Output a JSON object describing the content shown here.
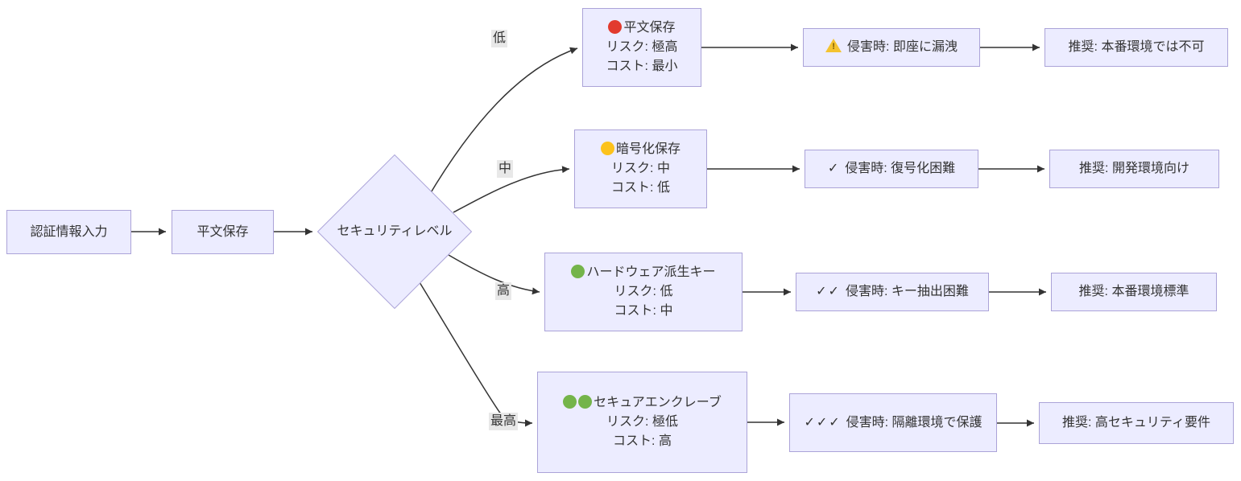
{
  "diagram": {
    "colors": {
      "node_fill": "#ECECFF",
      "node_border": "#aba3d8",
      "edge": "#333333",
      "label_bg": "#e8e8e8",
      "text": "#333333",
      "warn_yellow": "#f4c330",
      "dot_red": "#e23a2e",
      "dot_yellow": "#fcc21c",
      "dot_green": "#74b44a"
    },
    "nodes": {
      "input": "認証情報入力",
      "method": "平文保存",
      "decision": "セキュリティレベル"
    },
    "icons": {
      "warning_mark": "!"
    },
    "branches": [
      {
        "label": "低",
        "option": {
          "title": "平文保存",
          "risk": "リスク: 極高",
          "cost": "コスト: 最小"
        },
        "impact": {
          "marks": "",
          "text": "侵害時: 即座に漏洩"
        },
        "recommendation": "推奨: 本番環境では不可"
      },
      {
        "label": "中",
        "option": {
          "title": "暗号化保存",
          "risk": "リスク: 中",
          "cost": "コスト: 低"
        },
        "impact": {
          "marks": "✓",
          "text": "侵害時: 復号化困難"
        },
        "recommendation": "推奨: 開発環境向け"
      },
      {
        "label": "高",
        "option": {
          "title": "ハードウェア派生キー",
          "risk": "リスク: 低",
          "cost": "コスト: 中"
        },
        "impact": {
          "marks": "✓✓",
          "text": "侵害時: キー抽出困難"
        },
        "recommendation": "推奨: 本番環境標準"
      },
      {
        "label": "最高",
        "option": {
          "title": "セキュアエンクレーブ",
          "risk": "リスク: 極低",
          "cost": "コスト: 高"
        },
        "impact": {
          "marks": "✓✓✓",
          "text": "侵害時: 隔離環境で保護"
        },
        "recommendation": "推奨: 高セキュリティ要件"
      }
    ]
  }
}
